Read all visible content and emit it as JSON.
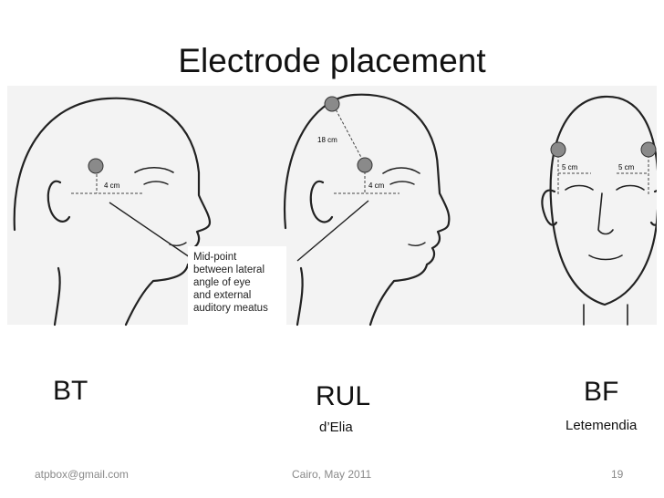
{
  "slide": {
    "title": "Electrode placement",
    "labels": {
      "bt": "BT",
      "rul": "RUL",
      "rul_sub": "d’Elia",
      "bf": "BF",
      "bf_sub": "Letemendia"
    },
    "diagram": {
      "dist_4cm_a": "4 cm",
      "dist_18cm": "18 cm",
      "dist_4cm_b": "4 cm",
      "dist_5cm_left": "5 cm",
      "dist_5cm_right": "5 cm",
      "note_line1": "Mid-point",
      "note_line2": "between lateral",
      "note_line3": "angle of eye",
      "note_line4": "and external",
      "note_line5": "auditory meatus"
    },
    "footer": {
      "email": "atpbox@gmail.com",
      "place_date": "Cairo, May  2011",
      "page_number": "19"
    },
    "colors": {
      "electrode": "#8a8a8a",
      "panel_bg": "#f3f3f3",
      "line": "#222222"
    }
  }
}
